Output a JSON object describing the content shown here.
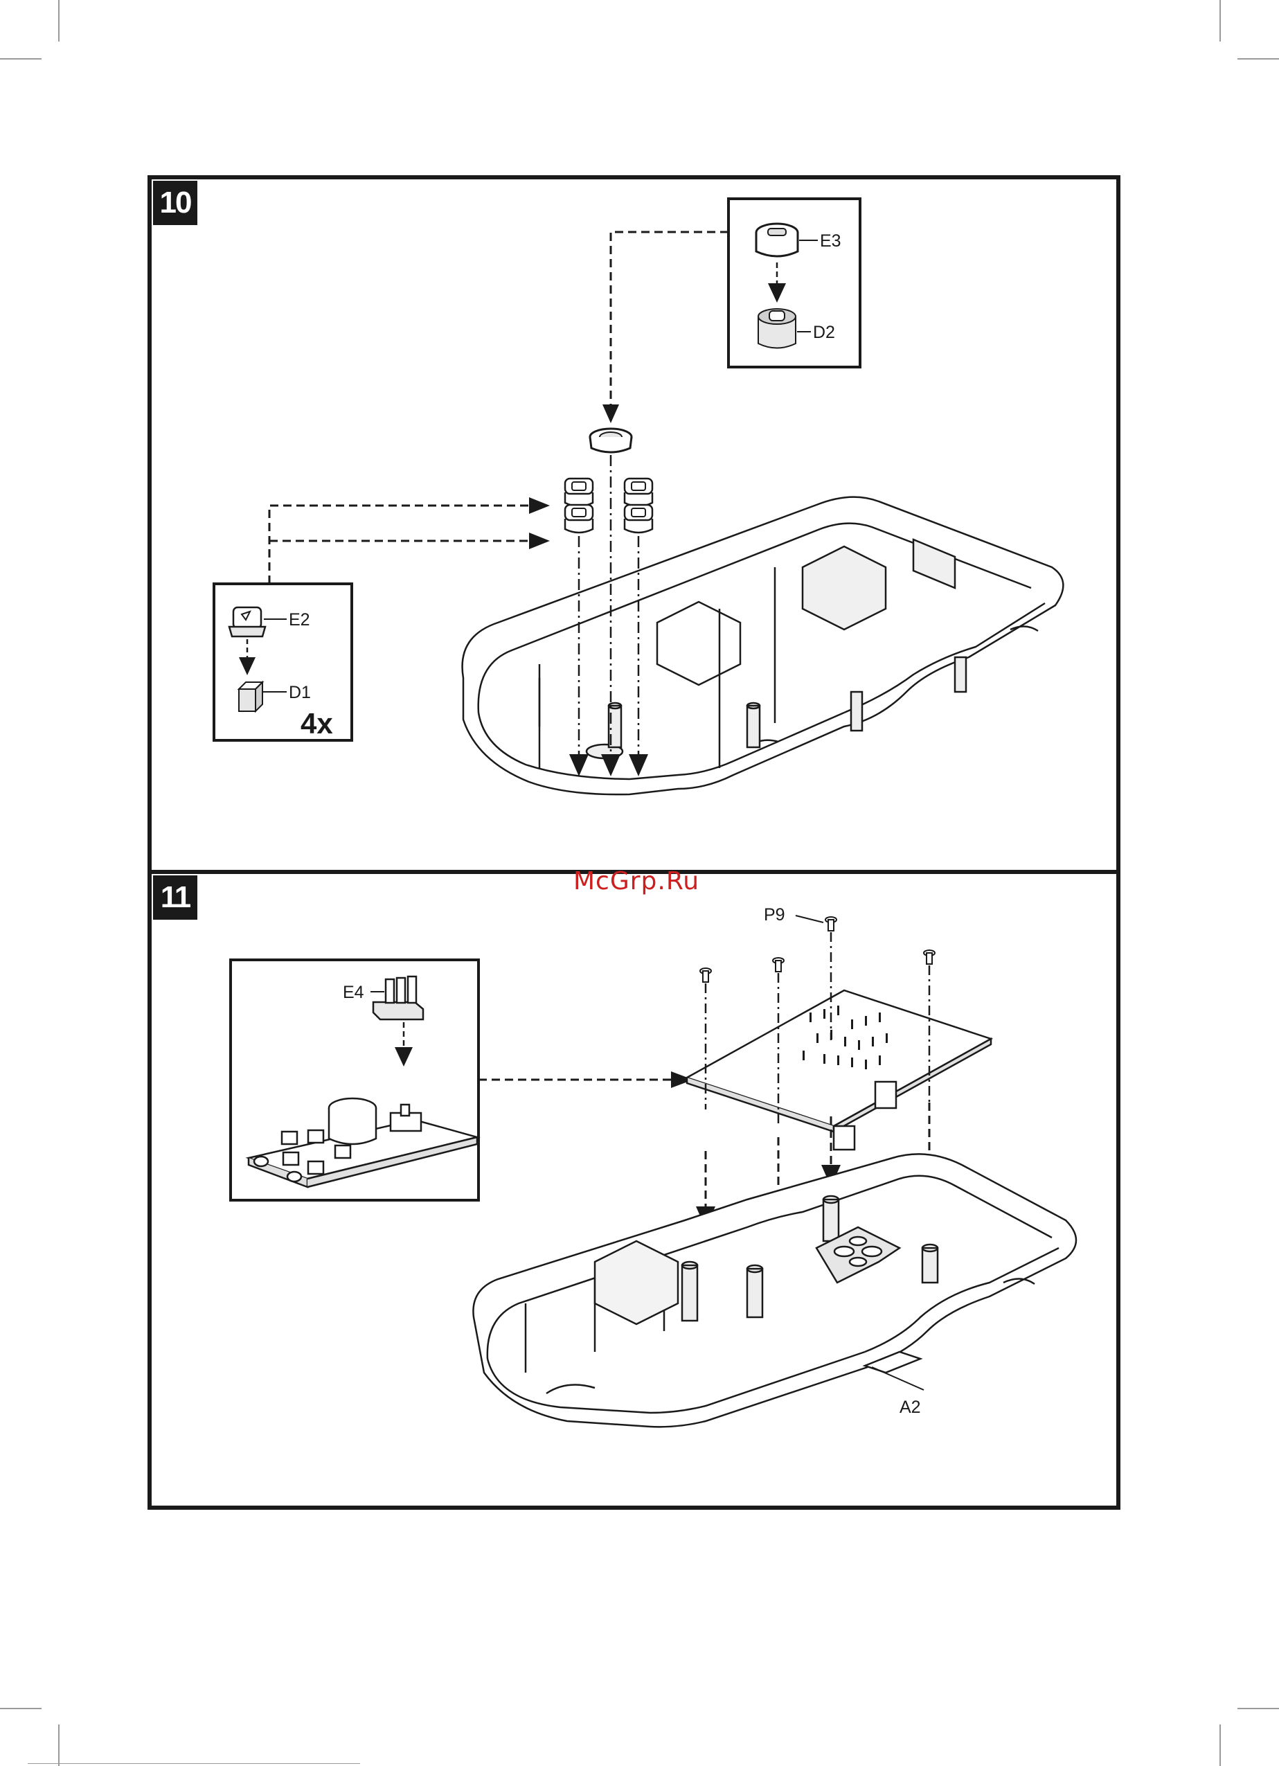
{
  "steps": [
    {
      "number": "10",
      "callouts": {
        "cap_label": "E3",
        "knob_label": "D2",
        "button_cap_label": "E2",
        "button_label": "D1",
        "quantity": "4x"
      }
    },
    {
      "number": "11",
      "callouts": {
        "switch_label": "E4",
        "screw_label": "P9",
        "housing_label": "A2"
      }
    }
  ],
  "watermark": "McGrp.Ru",
  "colors": {
    "line": "#1a1a1a",
    "watermark": "#cc1f1f",
    "shade": "#d9d9d9"
  }
}
